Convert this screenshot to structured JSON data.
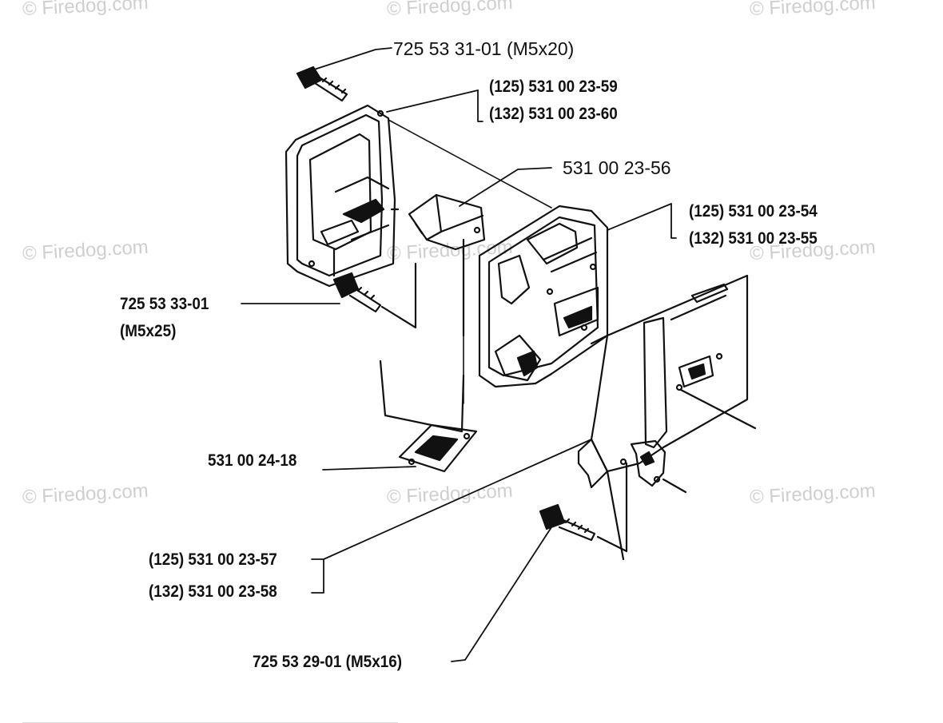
{
  "watermark": "© Firedog.com",
  "labels": {
    "top_screw": "725 53 31-01 (M5x20)",
    "cover_125": "(125) 531 00 23-59",
    "cover_132": "(132) 531 00 23-60",
    "deflector": "531 00 23-56",
    "muffler_125": "(125) 531 00 23-54",
    "muffler_132": "(132) 531 00 23-55",
    "mid_screw": "725 53 33-01",
    "mid_screw_size": "(M5x25)",
    "gasket": "531 00 24-18",
    "shield_125": "(125) 531 00 23-57",
    "shield_132": "(132) 531 00 23-58",
    "bottom_screw": "725 53 29-01 (M5x16)"
  }
}
